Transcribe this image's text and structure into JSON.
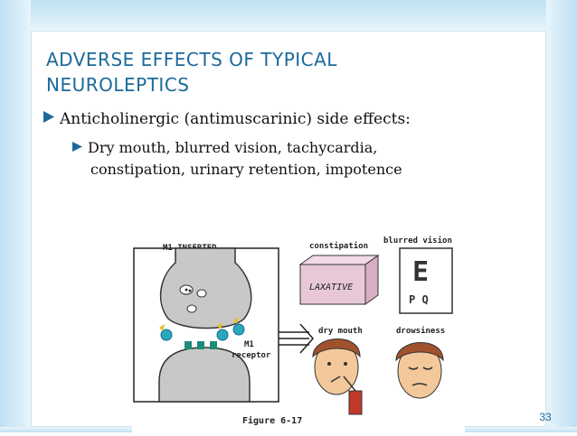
{
  "slide": {
    "title_line_1": "ADVERSE  EFFECTS  OF  TYPICAL",
    "title_line_2": "NEUROLEPTICS",
    "bullet_1": "Anticholinergic (antimuscarinic) side effects:",
    "bullet_2_line_1": "Dry mouth, blurred vision, tachycardia,",
    "bullet_2_line_2": "constipation, urinary retention, impotence",
    "page_number": "33"
  },
  "figure": {
    "m1_inserted_label": "M1 INSERTED",
    "m1_receptor_label_1": "M1",
    "m1_receptor_label_2": "receptor",
    "constipation_label": "constipation",
    "laxative_label": "LAXATIVE",
    "blurred_vision_label": "blurred vision",
    "eye_chart_big_letter": "E",
    "eye_chart_small_letters": "P  Q",
    "dry_mouth_label": "dry mouth",
    "drowsiness_label": "drowsiness",
    "caption": "Figure 6-17"
  },
  "colors": {
    "accent": "#1b6a9a",
    "frame": "#bfe1f3",
    "laxative_box": "#e8c8d8",
    "neuron": "#c8c8c8"
  }
}
